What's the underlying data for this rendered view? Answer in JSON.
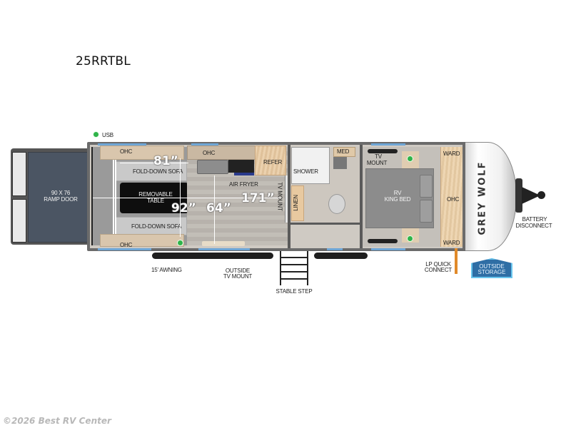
{
  "model": "25RRTBL",
  "brand": "GREY WOLF",
  "legend": {
    "usb_label": "USB",
    "usb_color": "#2fb34a"
  },
  "ramp_door": {
    "line1": "90 X 76",
    "line2": "RAMP DOOR"
  },
  "rooms": {
    "garage": {
      "ohc_top": "OHC",
      "ohc_bottom": "OHC",
      "sofa_top": "FOLD-DOWN SOFA",
      "sofa_bottom": "FOLD-DOWN SOFA",
      "table_line1": "REMOVABLE",
      "table_line2": "TABLE"
    },
    "kitchen": {
      "ohc": "OHC",
      "refer": "REFER",
      "air_fryer": "AIR FRYER",
      "tv_mount": "TV MOUNT"
    },
    "bath": {
      "shower": "SHOWER",
      "med": "MED",
      "linen": "LINEN"
    },
    "bedroom": {
      "tv_mount_line1": "TV",
      "tv_mount_line2": "MOUNT",
      "bed_line1": "RV",
      "bed_line2": "KING BED",
      "ward_top": "WARD",
      "ohc": "OHC",
      "ward_bottom": "WARD"
    }
  },
  "dimensions": {
    "garage_length": "81”",
    "width": "92”",
    "living_depth": "64”",
    "overall_interior": "171”"
  },
  "exterior": {
    "awning": "15' AWNING",
    "outside_tv_line1": "OUTSIDE",
    "outside_tv_line2": "TV MOUNT",
    "stable_step": "STABLE STEP",
    "lp_line1": "LP QUICK",
    "lp_line2": "CONNECT",
    "storage_line1": "OUTSIDE",
    "storage_line2": "STORAGE",
    "battery_line1": "BATTERY",
    "battery_line2": "DISCONNECT"
  },
  "copyright": "©2026 Best RV Center"
}
